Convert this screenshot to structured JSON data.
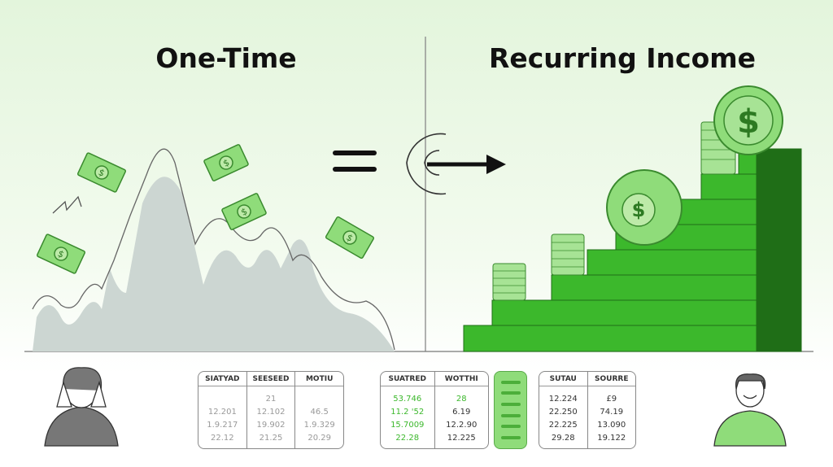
{
  "titles": {
    "left": "One-Time",
    "right": "Recurring Income"
  },
  "colors": {
    "accent": "#3cb82c",
    "dark_green": "#1f6e17",
    "mountain": "#ccd6d2"
  },
  "tables": [
    {
      "columns": [
        {
          "header": "SIATYAD",
          "values": [
            "",
            "12.201",
            "1.9.217",
            "22.12"
          ]
        },
        {
          "header": "SEESEED",
          "values": [
            "21",
            "12.102",
            "19.902",
            "21.25"
          ]
        },
        {
          "header": "MOTIU",
          "values": [
            "",
            "46.5",
            "1.9.329",
            "20.29"
          ]
        }
      ]
    },
    {
      "columns": [
        {
          "header": "SUATRED",
          "values": [
            "53.746",
            "11.2 '52",
            "15.7009",
            "22.28"
          ]
        },
        {
          "header": "WOTTHI",
          "values": [
            "28",
            "6.19",
            "12.2.90",
            "12.225"
          ]
        }
      ]
    },
    {
      "columns": [
        {
          "header": "SUTAU",
          "values": [
            "12.224",
            "22.250",
            "22.225",
            "29.28"
          ]
        },
        {
          "header": "SOURRE",
          "values": [
            "£9",
            "74.19",
            "13.090",
            "19.122"
          ]
        }
      ]
    }
  ],
  "icons": {
    "equals": "equals-icon",
    "arrow": "arrow-right-icon",
    "dollar": "dollar-icon"
  }
}
